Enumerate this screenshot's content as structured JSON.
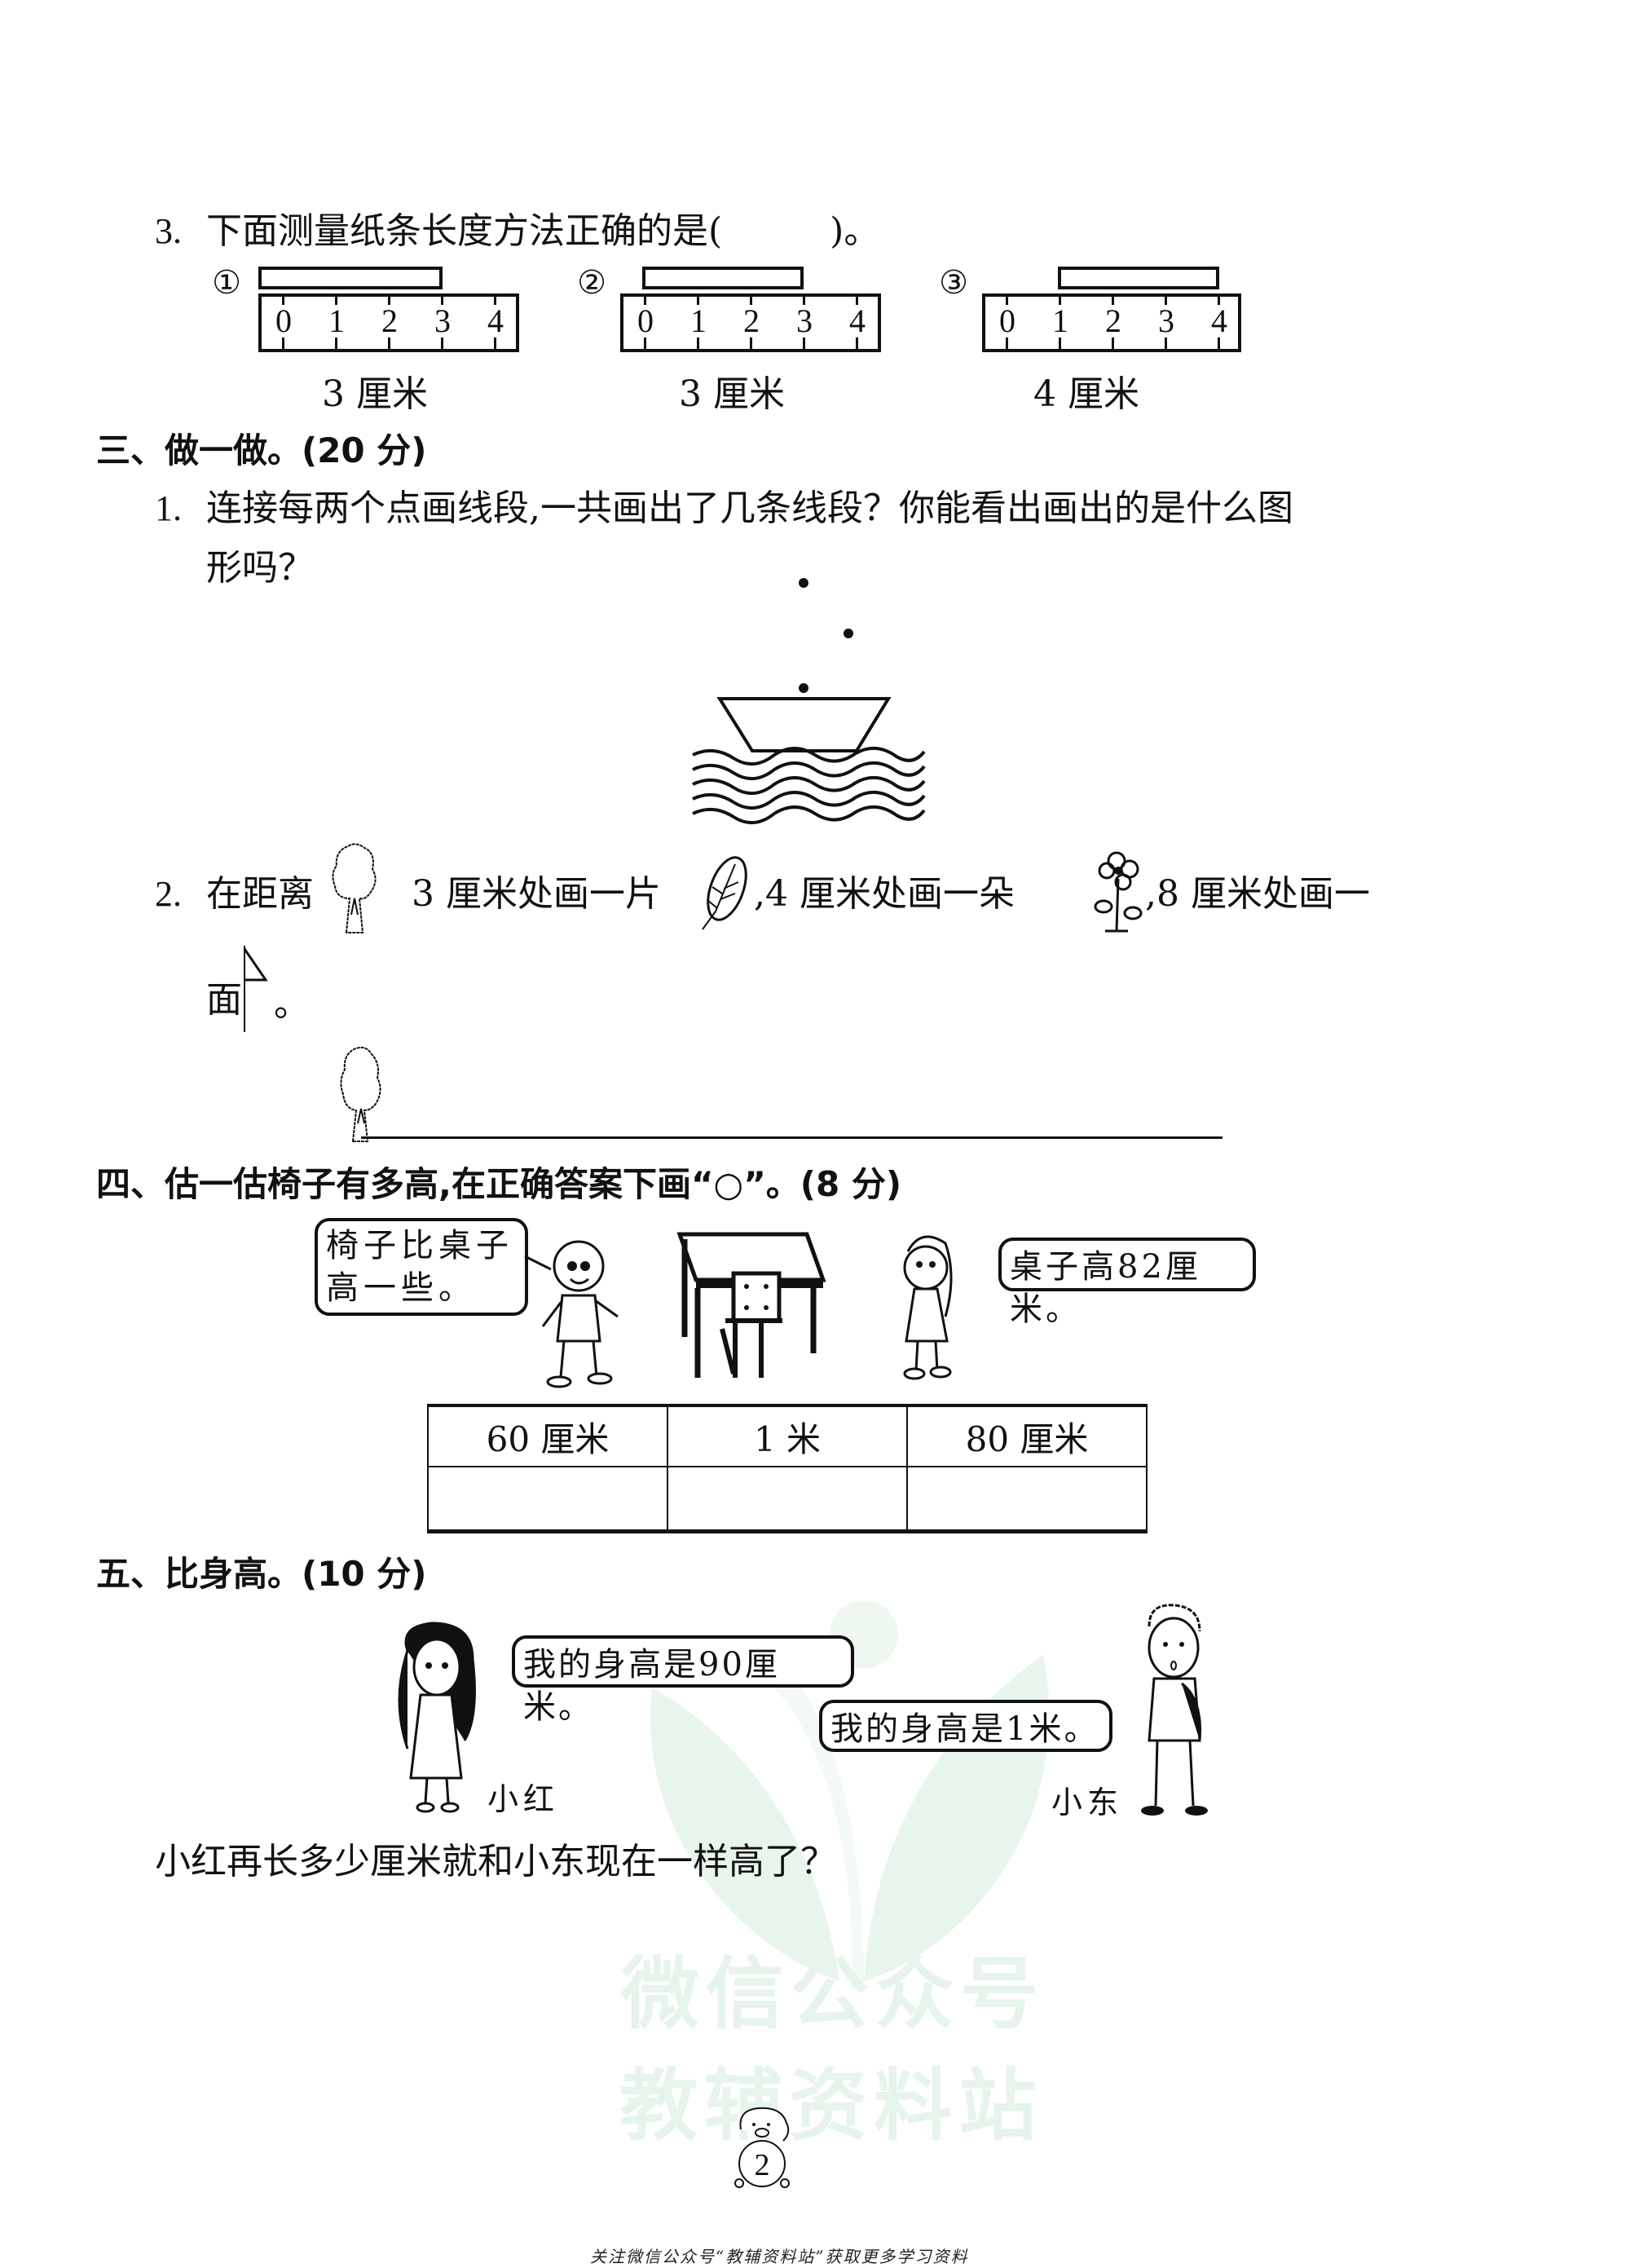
{
  "watermark": {
    "line1": "微信公众号",
    "line2": "教辅资料站",
    "color": "#e6f4ec"
  },
  "question3": {
    "number": "3.",
    "text": "下面测量纸条长度方法正确的是(　　　)。",
    "options": [
      {
        "marker": "①",
        "ticks": [
          "0",
          "1",
          "2",
          "3",
          "4"
        ],
        "caption": "3 厘米"
      },
      {
        "marker": "②",
        "ticks": [
          "0",
          "1",
          "2",
          "3",
          "4"
        ],
        "caption": "3 厘米"
      },
      {
        "marker": "③",
        "ticks": [
          "0",
          "1",
          "2",
          "3",
          "4"
        ],
        "caption": "4 厘米"
      }
    ]
  },
  "section3": {
    "heading": "三、做一做。(20 分)",
    "q1": {
      "number": "1.",
      "line1": "连接每两个点画线段,一共画出了几条线段？你能看出画出的是什么图",
      "line2": "形吗？"
    },
    "q2": {
      "number": "2.",
      "part1": "在距离",
      "part2": "3 厘米处画一片",
      "part3": ",4 厘米处画一朵",
      "part4": ",8 厘米处画一",
      "part5": "面",
      "part6": "。"
    }
  },
  "section4": {
    "heading": "四、估一估椅子有多高,在正确答案下画“○”。(8 分)",
    "boy_bubble_line1": "椅子比桌子",
    "boy_bubble_line2": "高一些。",
    "girl_bubble": "桌子高82厘米。",
    "table": {
      "headers": [
        "60 厘米",
        "1 米",
        "80 厘米"
      ],
      "answers": [
        "",
        "",
        ""
      ]
    }
  },
  "section5": {
    "heading": "五、比身高。(10 分)",
    "xiaohong_bubble": "我的身高是90厘米。",
    "xiaodong_bubble": "我的身高是1米。",
    "xiaohong_label": "小红",
    "xiaodong_label": "小东",
    "question": "小红再长多少厘米就和小东现在一样高了？"
  },
  "page": {
    "number": "2",
    "footer": "关注微信公众号“教辅资料站”获取更多学习资料"
  }
}
